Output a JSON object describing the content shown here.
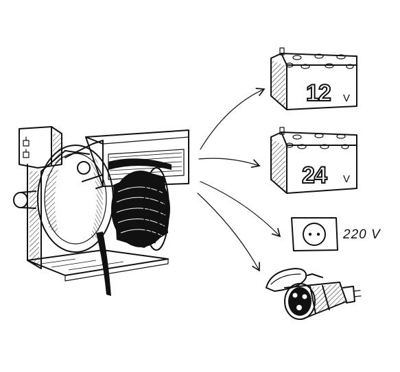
{
  "labels": {
    "battery_12_number": "12",
    "battery_12_unit": "V",
    "battery_24_number": "24",
    "battery_24_unit": "V",
    "socket_voltage": "220 V"
  },
  "colors": {
    "ink": "#111111",
    "paper": "#ffffff"
  }
}
